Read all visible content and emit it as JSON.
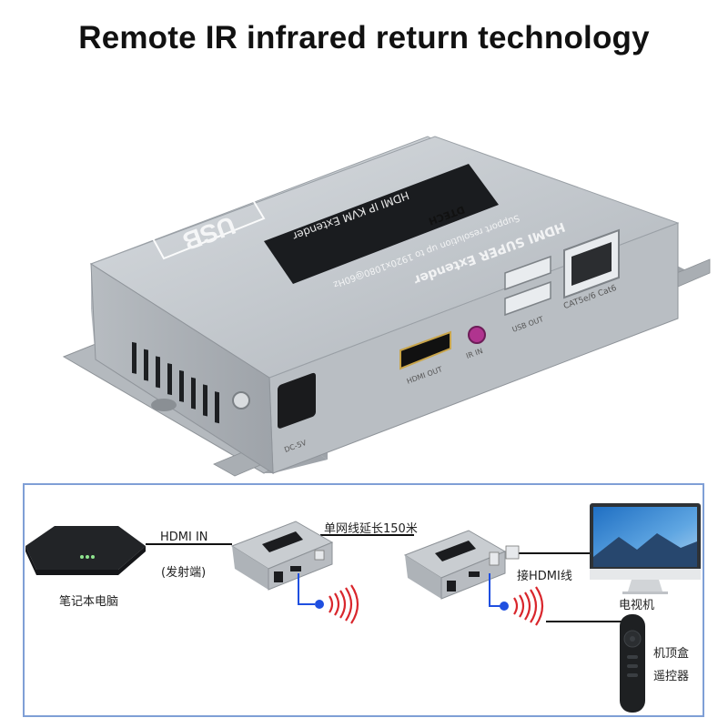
{
  "title": "Remote IR infrared return technology",
  "device": {
    "brand_tile": "USB",
    "brand": "DTECH",
    "label_plate": "HDMI IP KVM Extender",
    "headline": "HDMI SUPER Extender",
    "subline": "Support resolution up to 1920x1080@60Hz",
    "port_rj45": "CAT5e/6 Cat6",
    "port_usb": "USB OUT",
    "port_ir": "IR IN",
    "port_hdmi": "HDMI OUT",
    "port_dc": "DC-5V"
  },
  "diagram": {
    "source_label": "笔记本电脑",
    "hdmi_in": "HDMI IN",
    "transmitter": "(发射端)",
    "cable_label": "单网线延长150米",
    "hdmi_cable": "接HDMI线",
    "tv_label": "电视机",
    "remote_label_1": "机顶盒",
    "remote_label_2": "遥控器"
  },
  "colors": {
    "connector_line": "#1f4fe0",
    "ir_waves": "#d9262c",
    "ir_dot": "#1f4fe0",
    "device_body": "#bfc4c9",
    "frame": "#7f9fd6"
  }
}
